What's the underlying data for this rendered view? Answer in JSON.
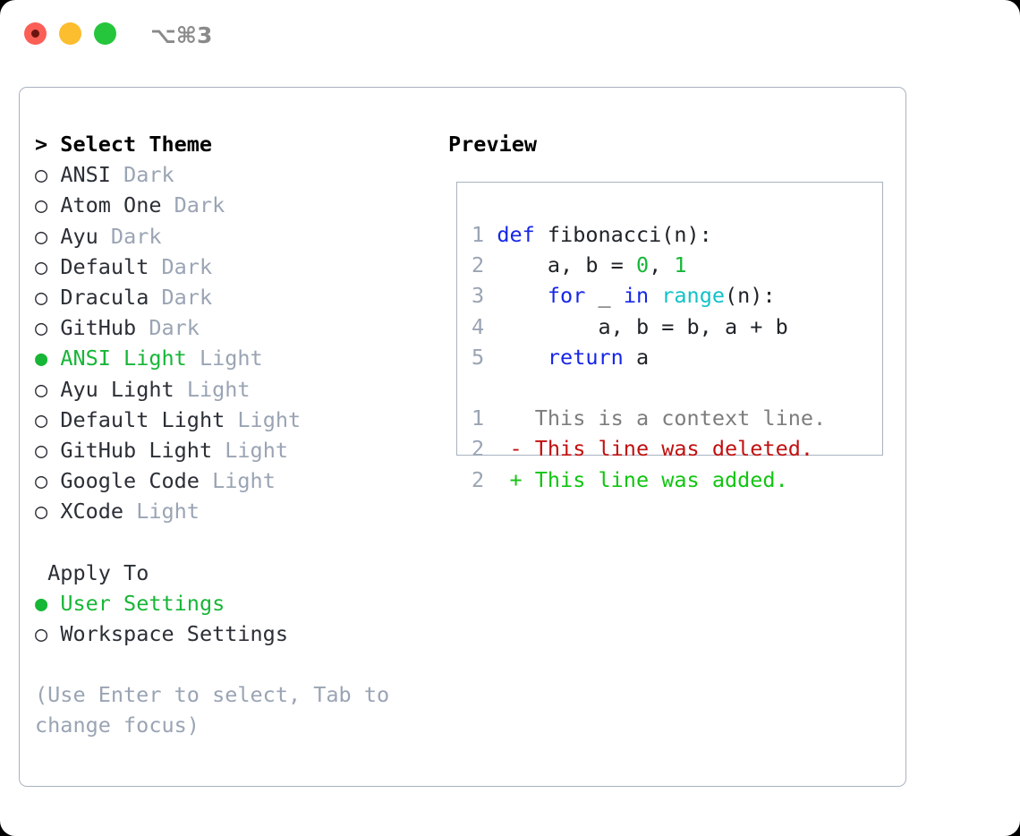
{
  "window": {
    "traffic_lights": [
      {
        "name": "close",
        "color": "#fb5f56"
      },
      {
        "name": "minimize",
        "color": "#fcbd2e"
      },
      {
        "name": "maximize",
        "color": "#25c63c"
      }
    ],
    "shortcut_label": "⌥⌘3"
  },
  "theme_selector": {
    "heading": "> Select Theme",
    "marker_selected": "●",
    "marker_unselected": "○",
    "items": [
      {
        "marker": "○",
        "name": "ANSI",
        "variant": "Dark",
        "selected": false
      },
      {
        "marker": "○",
        "name": "Atom One",
        "variant": "Dark",
        "selected": false
      },
      {
        "marker": "○",
        "name": "Ayu",
        "variant": "Dark",
        "selected": false
      },
      {
        "marker": "○",
        "name": "Default",
        "variant": "Dark",
        "selected": false
      },
      {
        "marker": "○",
        "name": "Dracula",
        "variant": "Dark",
        "selected": false
      },
      {
        "marker": "○",
        "name": "GitHub",
        "variant": "Dark",
        "selected": false
      },
      {
        "marker": "●",
        "name": "ANSI Light",
        "variant": "Light",
        "selected": true
      },
      {
        "marker": "○",
        "name": "Ayu Light",
        "variant": "Light",
        "selected": false
      },
      {
        "marker": "○",
        "name": "Default Light",
        "variant": "Light",
        "selected": false
      },
      {
        "marker": "○",
        "name": "GitHub Light",
        "variant": "Light",
        "selected": false
      },
      {
        "marker": "○",
        "name": "Google Code",
        "variant": "Light",
        "selected": false
      },
      {
        "marker": "○",
        "name": "XCode",
        "variant": "Light",
        "selected": false
      }
    ]
  },
  "apply_to": {
    "heading": "Apply To",
    "items": [
      {
        "marker": "●",
        "label": "User Settings",
        "selected": true
      },
      {
        "marker": "○",
        "label": "Workspace Settings",
        "selected": false
      }
    ]
  },
  "hint": {
    "line1": "(Use Enter to select, Tab to",
    "line2": "change focus)"
  },
  "preview": {
    "title": "Preview",
    "code_lines": [
      {
        "number": "1",
        "tokens": [
          {
            "t": "def ",
            "c": "kw"
          },
          {
            "t": "fibonacci(n):",
            "c": "plain"
          }
        ]
      },
      {
        "number": "2",
        "tokens": [
          {
            "t": "    a, b = ",
            "c": "plain"
          },
          {
            "t": "0",
            "c": "num"
          },
          {
            "t": ", ",
            "c": "plain"
          },
          {
            "t": "1",
            "c": "num"
          }
        ]
      },
      {
        "number": "3",
        "tokens": [
          {
            "t": "    ",
            "c": "plain"
          },
          {
            "t": "for",
            "c": "kw"
          },
          {
            "t": " _ ",
            "c": "plain"
          },
          {
            "t": "in",
            "c": "kw"
          },
          {
            "t": " ",
            "c": "plain"
          },
          {
            "t": "range",
            "c": "fn"
          },
          {
            "t": "(n):",
            "c": "plain"
          }
        ]
      },
      {
        "number": "4",
        "tokens": [
          {
            "t": "        a, b = b, a + b",
            "c": "plain"
          }
        ]
      },
      {
        "number": "5",
        "tokens": [
          {
            "t": "    ",
            "c": "plain"
          },
          {
            "t": "return",
            "c": "kw"
          },
          {
            "t": " a",
            "c": "plain"
          }
        ]
      }
    ],
    "diff_lines": [
      {
        "number": "1",
        "sign": " ",
        "text": "This is a context line.",
        "kind": "ctx"
      },
      {
        "number": "2",
        "sign": "-",
        "text": "This line was deleted.",
        "kind": "del"
      },
      {
        "number": "2",
        "sign": "+",
        "text": "This line was added.",
        "kind": "add"
      }
    ]
  },
  "colors": {
    "accent_green": "#17b637",
    "muted": "#9aa4b4",
    "keyword_blue": "#1726e8",
    "function_cyan": "#11c2c9",
    "number_green": "#17b637",
    "diff_deleted": "#c21010",
    "diff_added": "#12c512",
    "border": "#a9b2c1"
  }
}
